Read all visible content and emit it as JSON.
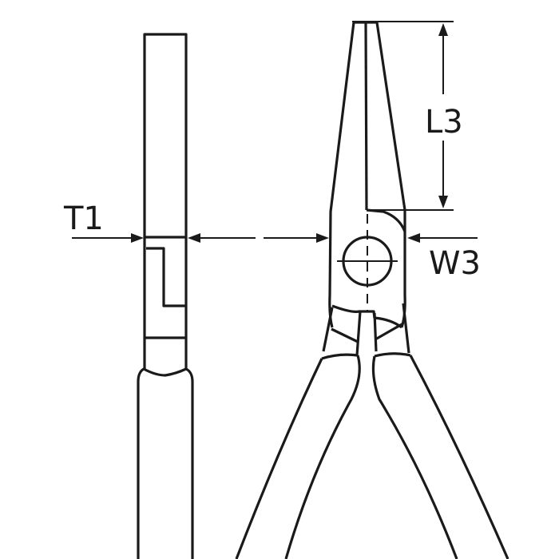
{
  "diagram": {
    "subject": "Flat nose pliers dimension drawing",
    "views": [
      "side-view",
      "front-view"
    ],
    "dimensions": {
      "t1": "T1",
      "l3": "L3",
      "w3": "W3"
    },
    "colors": {
      "line": "#1a1a1a",
      "background": "#ffffff"
    }
  }
}
